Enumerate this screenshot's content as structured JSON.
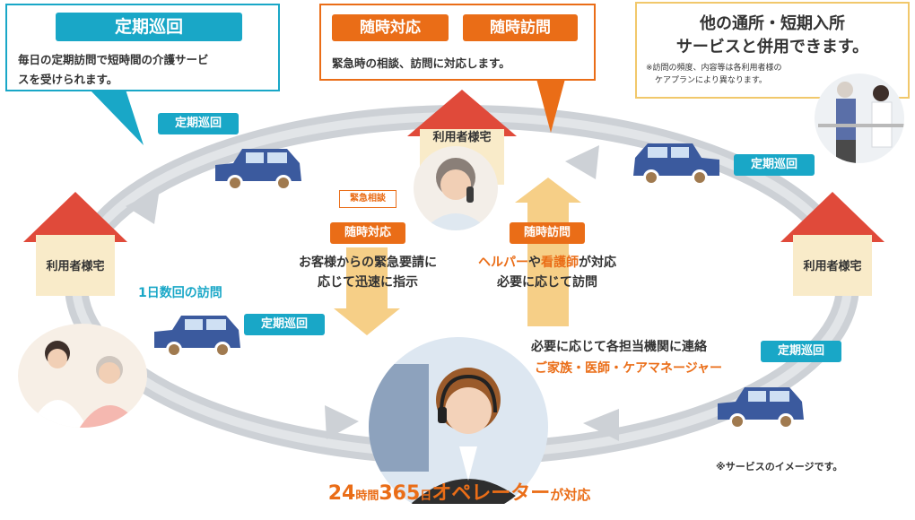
{
  "callout_left": {
    "tag": "定期巡回",
    "text_line1": "毎日の定期訪問で短時間の介護サービ",
    "text_line2": "スを受けられます。"
  },
  "callout_center": {
    "tag1": "随時対応",
    "tag2": "随時訪問",
    "text": "緊急時の相談、訪問に対応します。"
  },
  "callout_right": {
    "title_line1": "他の通所・短期入所",
    "title_line2": "サービスと併用できます。",
    "note_line1": "※訪問の頻度、内容等は各利用者様の",
    "note_line2": "ケアプランにより異なります。"
  },
  "houses": {
    "top": "利用者様宅",
    "left": "利用者様宅",
    "right": "利用者様宅"
  },
  "route_tags": {
    "top_left": "定期巡回",
    "top_right": "定期巡回",
    "mid_left": "定期巡回",
    "bottom_right": "定期巡回"
  },
  "visits_label": "1日数回の訪問",
  "emergency": {
    "small_tag": "緊急相談",
    "tag": "随時対応",
    "line1": "お客様からの緊急要請に",
    "line2": "応じて迅速に指示"
  },
  "visit": {
    "tag": "随時訪問",
    "line1_part1": "ヘルパー",
    "line1_part2": "や",
    "line1_part3": "看護師",
    "line1_part4": "が対応",
    "line2": "必要に応じて訪問"
  },
  "contact": {
    "line1": "必要に応じて各担当機関に連絡",
    "line2": "ご家族・医師・ケアマネージャー"
  },
  "operator": {
    "part1": "24",
    "part2": "時間",
    "part3": "365",
    "part4": "日",
    "part5": "オペレーター",
    "part6": "が対応"
  },
  "footnote": "※サービスのイメージです。",
  "colors": {
    "teal": "#19a7c7",
    "orange": "#ea6d17",
    "car": "#3b5a9e",
    "ring": "#c9cdd3",
    "arrow": "#f6cf87"
  }
}
